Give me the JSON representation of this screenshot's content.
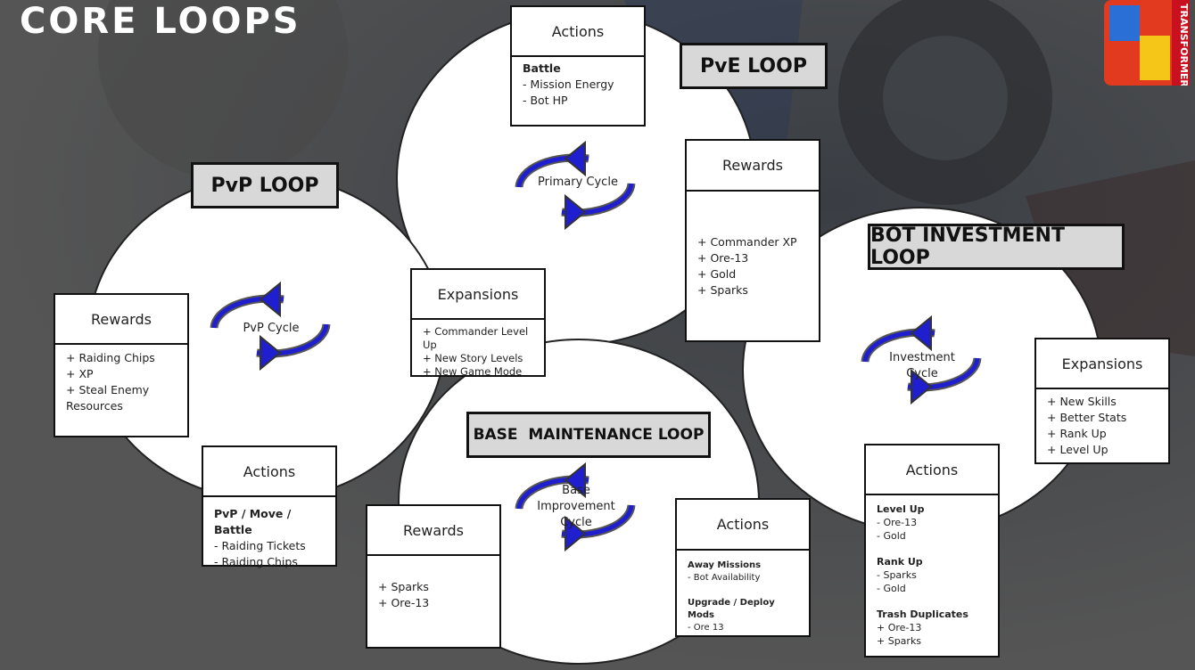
{
  "title": "CORE LOOPS",
  "colors": {
    "background": "#5b5b5b",
    "arrow": "#1f1fd0",
    "label_bg": "#d8d8d8"
  },
  "logo": {
    "icon": "transformers-game-logo",
    "text": "TRANSFORMERS"
  },
  "pve": {
    "label": "PvE LOOP",
    "cycle": "Primary Cycle",
    "actions": {
      "header": "Actions",
      "bold": "Battle",
      "items": [
        "- Mission Energy",
        "- Bot HP"
      ]
    },
    "rewards": {
      "header": "Rewards",
      "items": [
        "+ Commander XP",
        "+ Ore-13",
        "+ Gold",
        "+ Sparks"
      ]
    },
    "expansions": {
      "header": "Expansions",
      "items": [
        "+ Commander Level Up",
        "+ New Story Levels",
        "+ New Game Mode"
      ]
    }
  },
  "pvp": {
    "label": "PvP LOOP",
    "cycle": "PvP Cycle",
    "rewards": {
      "header": "Rewards",
      "items": [
        "+ Raiding Chips",
        "+ XP",
        "+ Steal Enemy",
        "Resources"
      ]
    },
    "actions": {
      "header": "Actions",
      "bold": "PvP / Move / Battle",
      "items": [
        "- Raiding Tickets",
        "- Raiding Chips"
      ]
    }
  },
  "base": {
    "label": "BASE  MAINTENANCE LOOP",
    "cycle": [
      "Base",
      "Improvement",
      "Cycle"
    ],
    "rewards": {
      "header": "Rewards",
      "items": [
        "+ Sparks",
        "+ Ore-13"
      ]
    },
    "actions": {
      "header": "Actions",
      "groups": [
        {
          "bold": "Away Missions",
          "items": [
            "- Bot Availability"
          ]
        },
        {
          "bold": "Upgrade / Deploy Mods",
          "items": [
            "- Ore 13"
          ]
        }
      ]
    }
  },
  "bot": {
    "label": "BOT INVESTMENT LOOP",
    "cycle": [
      "Investment",
      "Cycle"
    ],
    "expansions": {
      "header": "Expansions",
      "items": [
        "+ New Skills",
        "+ Better Stats",
        "+ Rank Up",
        "+ Level Up"
      ]
    },
    "actions": {
      "header": "Actions",
      "groups": [
        {
          "bold": "Level Up",
          "items": [
            "- Ore-13",
            "- Gold"
          ]
        },
        {
          "bold": "Rank Up",
          "items": [
            "- Sparks",
            "- Gold"
          ]
        },
        {
          "bold": "Trash Duplicates",
          "items": [
            "+ Ore-13",
            "+ Sparks"
          ]
        }
      ]
    }
  }
}
